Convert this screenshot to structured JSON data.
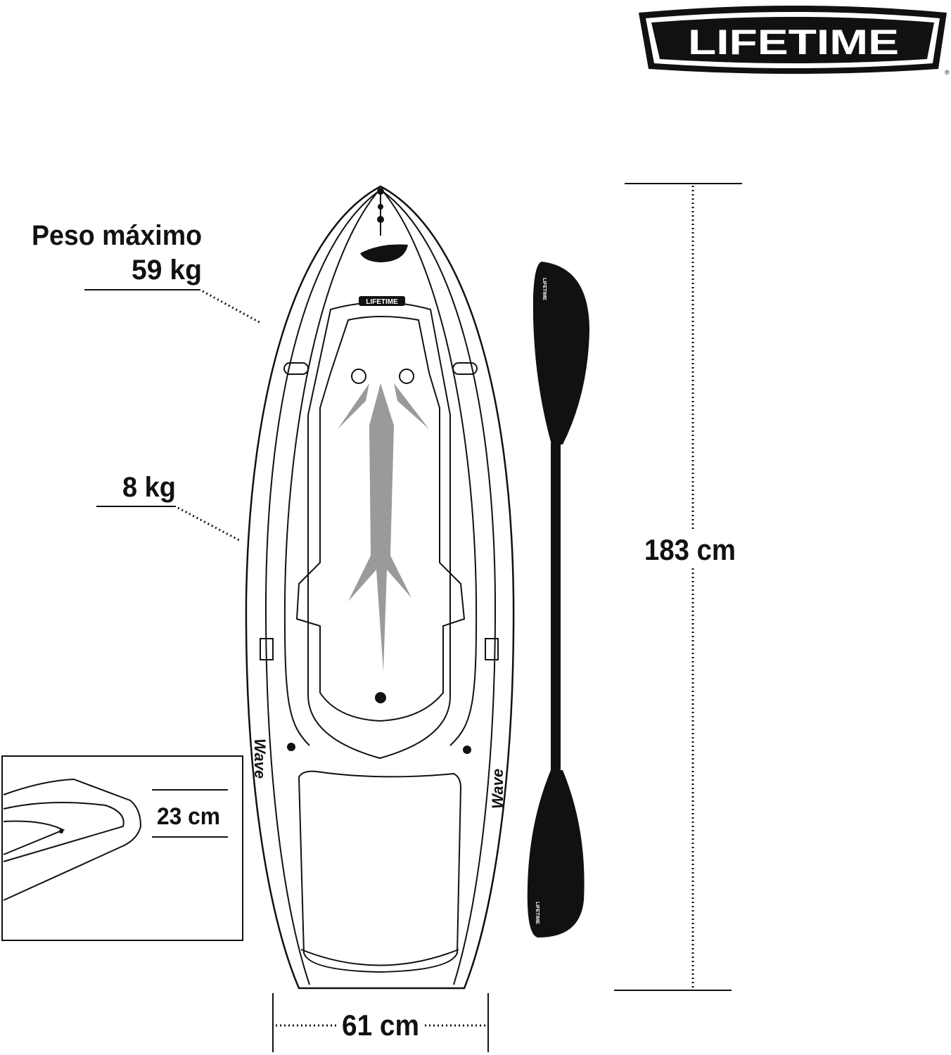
{
  "brand": {
    "logo_text": "LIFETIME",
    "registered_mark": "®",
    "deck_logo_text": "LIFETIME",
    "paddle_logo_text": "LIFETIME",
    "model_name": "Wave"
  },
  "labels": {
    "max_weight_title": "Peso máximo",
    "max_weight_value": "59 kg",
    "kayak_weight": "8 kg",
    "length": "183 cm",
    "width": "61 cm",
    "depth": "23 cm"
  },
  "colors": {
    "line": "#111111",
    "arrow_gray": "#9a9a9a",
    "background": "#ffffff"
  }
}
